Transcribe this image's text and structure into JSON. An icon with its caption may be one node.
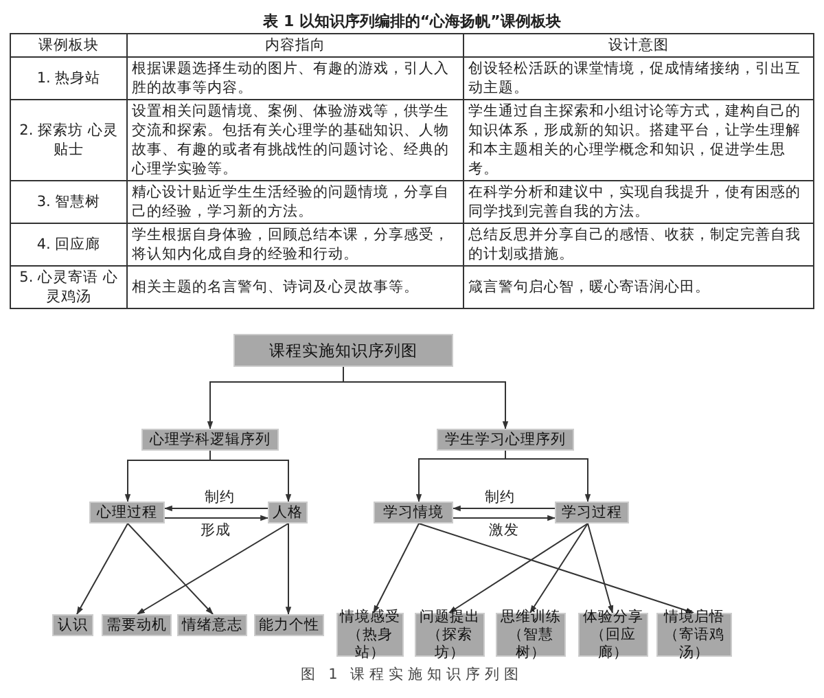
{
  "diagram": {
    "title": "表 1 以知识序列编排的“心海扬帆”课例板块",
    "caption": "图 1 课程实施知识序列图",
    "nodes": [
      {
        "text": [
          "课程实施知识序列图"
        ]
      },
      {
        "text": [
          "心理学科逻辑序列"
        ]
      },
      {
        "text": [
          "学生学习心理序列"
        ]
      },
      {
        "text": [
          "心理过程"
        ]
      },
      {
        "text": [
          "人格"
        ]
      },
      {
        "text": [
          "学习情境"
        ]
      },
      {
        "text": [
          "学习过程"
        ]
      },
      {
        "text": [
          "认识"
        ]
      },
      {
        "text": [
          "需要动机"
        ]
      },
      {
        "text": [
          "情绪意志"
        ]
      },
      {
        "text": [
          "能力个性"
        ]
      },
      {
        "text": [
          "情境感受（热身站）"
        ]
      },
      {
        "text": [
          "问题提出（探索坊）"
        ]
      },
      {
        "text": [
          "思维训练（智慧树）"
        ]
      },
      {
        "text": [
          "体验分享（回应廊）"
        ]
      },
      {
        "text": [
          "情境启悟（寄语鸡汤）"
        ]
      }
    ],
    "edges": [
      {
        "from": 0,
        "to": 1,
        "arrow": "to"
      },
      {
        "from": 0,
        "to": 2,
        "arrow": "to"
      },
      {
        "from": 1,
        "to": 3,
        "arrow": "to"
      },
      {
        "from": 1,
        "to": 4,
        "arrow": "to"
      },
      {
        "from": 2,
        "to": 5,
        "arrow": "to"
      },
      {
        "from": 2,
        "to": 6,
        "arrow": "to"
      },
      {
        "from": 4,
        "to": 3,
        "arrow": "to",
        "label": "制约"
      },
      {
        "from": 3,
        "to": 4,
        "arrow": "to",
        "label": "形成"
      },
      {
        "from": 6,
        "to": 5,
        "arrow": "to",
        "label": "制约"
      },
      {
        "from": 5,
        "to": 6,
        "arrow": "to",
        "label": "激发"
      },
      {
        "from": 3,
        "to": 7,
        "arrow": "to"
      },
      {
        "from": 3,
        "to": 9,
        "arrow": "to"
      },
      {
        "from": 4,
        "to": 8,
        "arrow": "to"
      },
      {
        "from": 4,
        "to": 10,
        "arrow": "to"
      },
      {
        "from": 5,
        "to": 11,
        "arrow": "to"
      },
      {
        "from": 5,
        "to": 15,
        "arrow": "to"
      },
      {
        "from": 6,
        "to": 12,
        "arrow": "to"
      },
      {
        "from": 6,
        "to": 13,
        "arrow": "to"
      },
      {
        "from": 6,
        "to": 14,
        "arrow": "to"
      }
    ],
    "labels": [
      "课例板块",
      "内容指向",
      "设计意图",
      "1. 热身站",
      "根据课题选择生动的图片、有趣的游戏，引人入胜的故事等内容。",
      "创设轻松活跃的课堂情境，促成情绪接纳，引出互动主题。",
      "2. 探索坊 心灵贴士",
      "设置相关问题情境、案例、体验游戏等，供学生交流和探索。包括有关心理学的基础知识、人物故事、有趣的或者有挑战性的问题讨论、经典的心理学实验等。",
      "学生通过自主探索和小组讨论等方式，建构自己的知识体系，形成新的知识。搭建平台，让学生理解和本主题相关的心理学概念和知识，促进学生思考。",
      "3. 智慧树",
      "精心设计贴近学生生活经验的问题情境，分享自己的经验，学习新的方法。",
      "在科学分析和建议中，实现自我提升，使有困惑的同学找到完善自我的方法。",
      "4. 回应廊",
      "学生根据自身体验，回顾总结本课，分享感受，将认知内化成自身的经验和行动。",
      "总结反思并分享自己的感悟、收获，制定完善自我的计划或措施。",
      "5. 心灵寄语 心灵鸡汤",
      "相关主题的名言警句、诗词及心灵故事等。",
      "箴言警句启心智，暖心寄语润心田。"
    ]
  }
}
